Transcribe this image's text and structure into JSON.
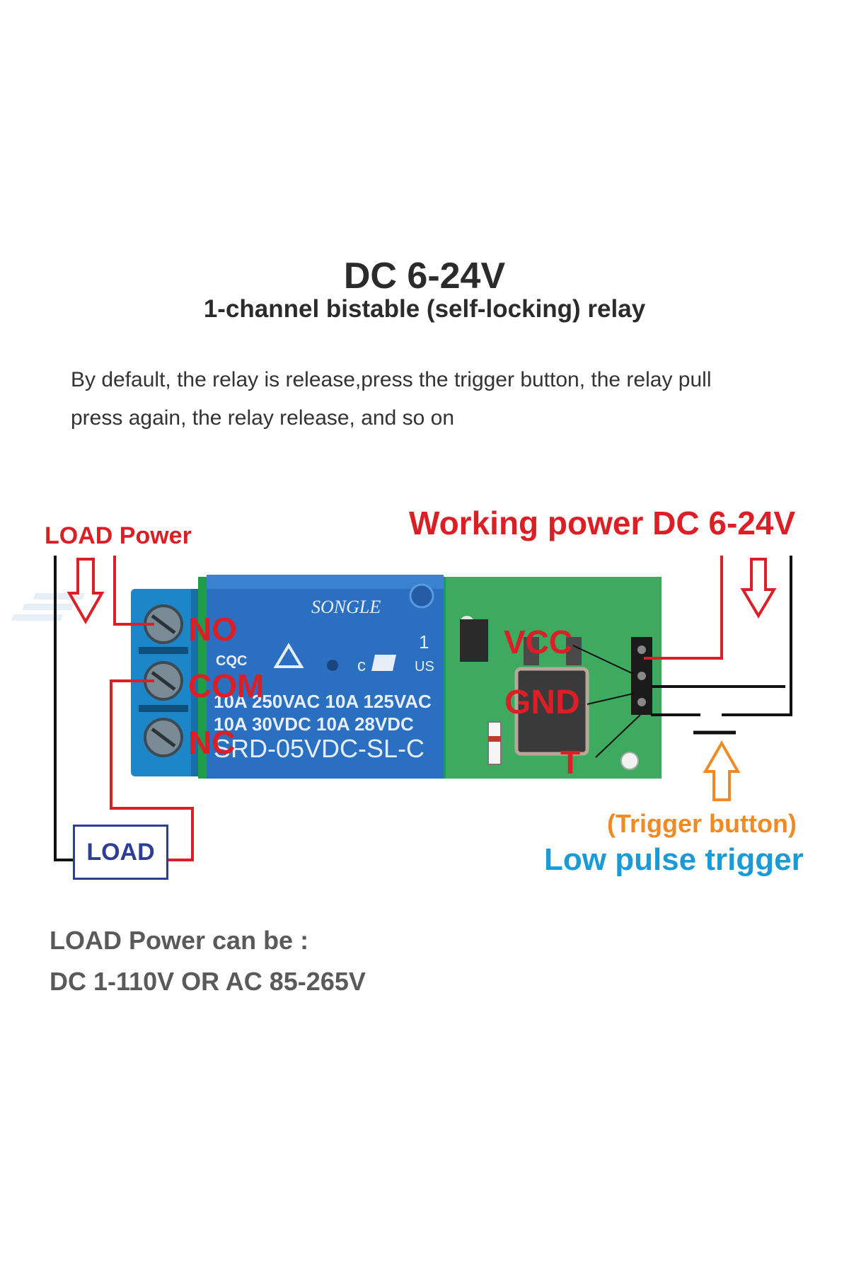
{
  "header": {
    "title": "DC 6-24V",
    "subtitle": "1-channel bistable (self-locking) relay"
  },
  "description": {
    "line1": "By default, the relay is release,press the trigger button, the relay pull",
    "line2": "press again, the relay release, and so on"
  },
  "diagram": {
    "load_power_label": "LOAD Power",
    "working_power_label": "Working power DC 6-24V",
    "terminals": {
      "no": "NO",
      "com": "COM",
      "nc": "NC"
    },
    "pins": {
      "vcc": "VCC",
      "gnd": "GND",
      "t": "T"
    },
    "trigger_button_label": "(Trigger button)",
    "low_pulse_label": "Low pulse trigger",
    "load_label": "LOAD",
    "relay_brand": "SONGLE",
    "relay_certs": {
      "cqc": "CQC",
      "c": "c",
      "us": "US",
      "one": "1"
    },
    "relay_spec1": "10A 250VAC  10A 125VAC",
    "relay_spec2": "10A  30VDC  10A  28VDC",
    "relay_model": "SRD-05VDC-SL-C",
    "colors": {
      "red": "#dc1f26",
      "orange": "#f08a24",
      "blue": "#1c9ad6",
      "navy": "#2d3f92",
      "relay_blue": "#2a6fc0",
      "pcb_green": "#1f9e48"
    }
  },
  "footer": {
    "load_power_note": "LOAD Power can be :",
    "load_power_values": "DC 1-110V OR AC 85-265V"
  }
}
